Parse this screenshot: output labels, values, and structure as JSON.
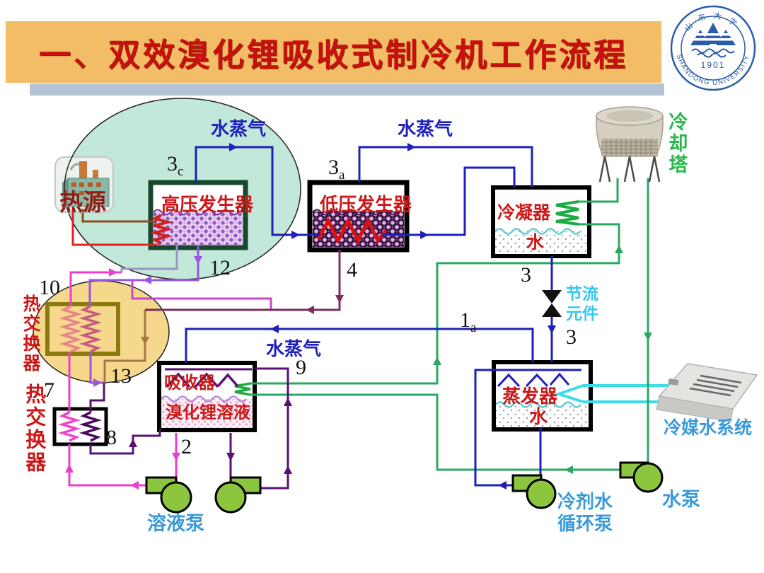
{
  "title": "一、双效溴化锂吸收式制冷机工作流程",
  "logo": {
    "year": "1901",
    "name_en": "SHANDONG UNIVERSITY",
    "name_zh": "山东大学"
  },
  "labels": {
    "heat_source": "热源",
    "hp_generator": "高压发生器",
    "lp_generator": "低压发生器",
    "condenser": "冷凝器",
    "condenser_water": "水",
    "cooling_tower": "冷却塔",
    "throttle": "节流\n元件",
    "evaporator": "蒸发器",
    "evaporator_water": "水",
    "absorber": "吸收器",
    "libr_solution": "溴化锂溶液",
    "heat_exchanger_upper": "热交换器",
    "heat_exchanger_lower": "热交换器",
    "solution_pump": "溶液泵",
    "refrigerant_pump": "冷剂水\n循环泵",
    "water_pump": "水泵",
    "chilled_water_system": "冷媒水系统",
    "vapor_hp": "水蒸气",
    "vapor_lp": "水蒸气",
    "vapor_evap": "水蒸气"
  },
  "points": {
    "p3c": {
      "base": "3",
      "sub": "c"
    },
    "p3a": {
      "base": "3",
      "sub": "a"
    },
    "p1a": {
      "base": "1",
      "sub": "a"
    },
    "p12": "12",
    "p4": "4",
    "p10": "10",
    "p13": "13",
    "p7": "7",
    "p8": "8",
    "p2": "2",
    "p9": "9",
    "p3_condenser": "3",
    "p3_evaporator": "3"
  },
  "colors": {
    "banner": "#f2bd66",
    "title_red": "#c81010",
    "vapor_line": "#1f1fbb",
    "cooling_water": "#2aa862",
    "chilled_water": "#3ddde8",
    "weak_solution": "#ee3ccc",
    "strong_solution": "#9a55dd",
    "pump_green": "#8cc63f",
    "logo_blue": "#2a5ca8"
  }
}
